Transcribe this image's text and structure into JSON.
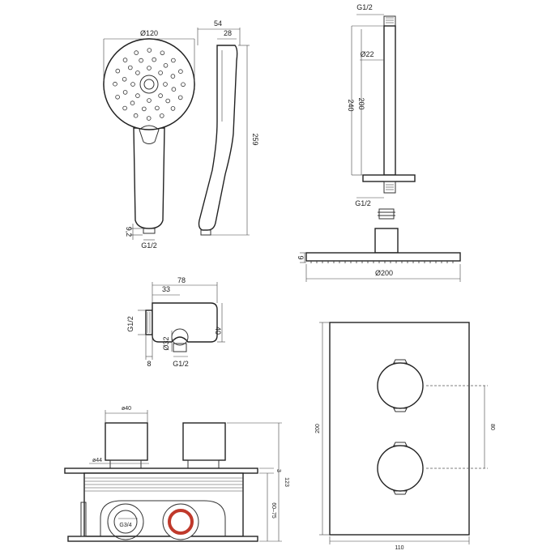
{
  "dims": {
    "hand_diameter": "Ø120",
    "hand_depth": "54",
    "hand_grip": "28",
    "hand_length": "259",
    "hand_conn_h": "9,2",
    "hand_thread": "G1/2",
    "arm_thread_top": "G1/2",
    "arm_diameter": "Ø22",
    "arm_length_inner": "200",
    "arm_length_total": "240",
    "arm_thread_bottom": "G1/2",
    "head_height": "9",
    "head_diameter": "Ø200",
    "elbow_width": "78",
    "elbow_offset": "33",
    "elbow_height": "40",
    "elbow_thread_left": "G1/2",
    "elbow_diameter": "Ø32",
    "elbow_base": "8",
    "elbow_thread_bottom": "G1/2",
    "valve_knob": "ø40",
    "valve_rosette": "ø44",
    "valve_plate": "3",
    "valve_total": "123",
    "valve_depth": "60–75",
    "valve_inlet": "G3/4",
    "plate_height": "200",
    "plate_spacing": "80",
    "plate_width": "110"
  },
  "colors": {
    "line": "#333333",
    "inlet_ring": "#c0392b",
    "background": "#ffffff"
  }
}
